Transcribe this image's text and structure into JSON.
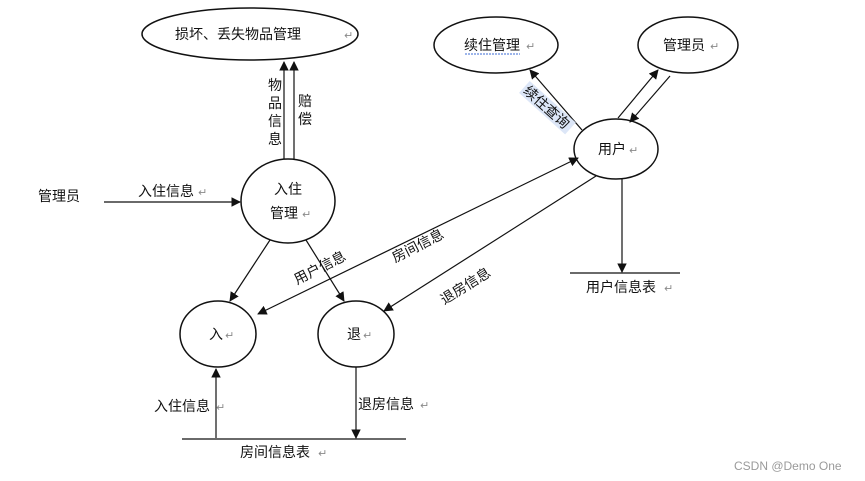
{
  "diagram": {
    "return_mark": "↵",
    "nodes": {
      "damage_mgmt": "损坏、丢失物品管理",
      "renewal_mgmt": "续住管理",
      "admin_top": "管理员",
      "checkin_mgmt_line1": "入住",
      "checkin_mgmt_line2": "管理",
      "user": "用户",
      "in": "入",
      "out": "退",
      "admin_left": "管理员"
    },
    "stores": {
      "user_table": "用户信息表",
      "room_table": "房间信息表"
    },
    "flows": {
      "item_info": [
        "物",
        "品",
        "信",
        "息"
      ],
      "compensation": [
        "赔",
        "偿"
      ],
      "checkin_info_top": "入住信息",
      "renewal_query": "续住查询",
      "user_info": "用户信息",
      "room_info": "房间信息",
      "checkout_info_diag": "退房信息",
      "checkin_info_bottom": "入住信息",
      "checkout_info_bottom": "退房信息"
    },
    "watermark": "CSDN @Demo One"
  }
}
